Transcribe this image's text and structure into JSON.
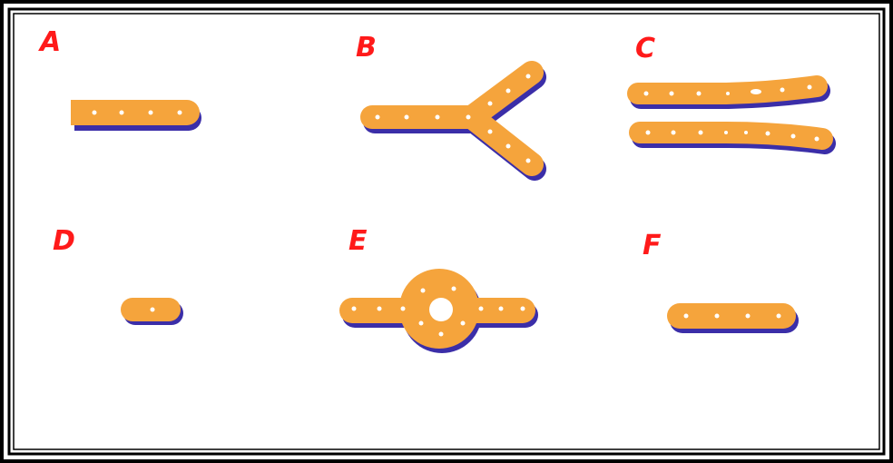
{
  "colors": {
    "part": "#f5a43c",
    "shadow": "#3b2ea8",
    "hole": "#ffffff",
    "label": "#ff1a1a",
    "border": "#000000"
  },
  "parts": [
    {
      "label": "A"
    },
    {
      "label": "B"
    },
    {
      "label": "C"
    },
    {
      "label": "D"
    },
    {
      "label": "E"
    },
    {
      "label": "F"
    }
  ]
}
